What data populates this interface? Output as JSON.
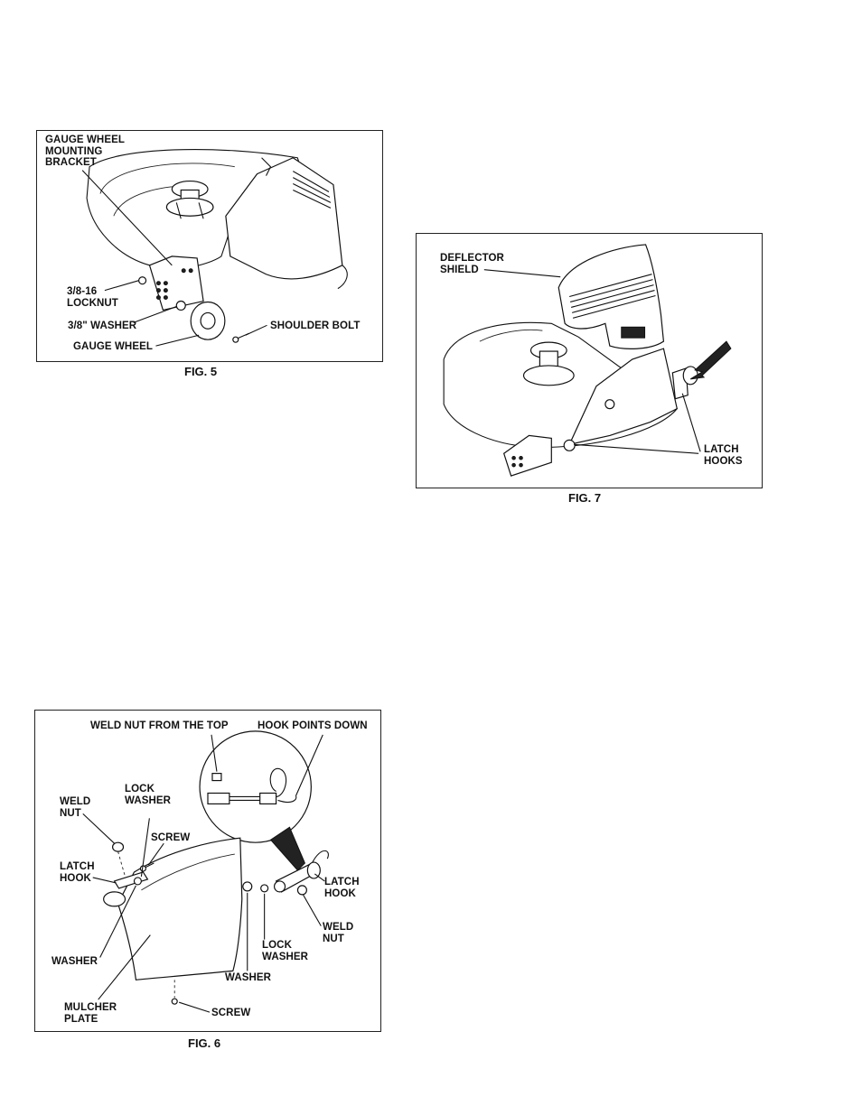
{
  "fig5": {
    "caption": "FIG. 5",
    "labels": {
      "bracket": "GAUGE WHEEL\nMOUNTING\nBRACKET",
      "locknut": "3/8-16\nLOCKNUT",
      "washer": "3/8\" WASHER",
      "gauge_wheel": "GAUGE WHEEL",
      "shoulder_bolt": "SHOULDER BOLT"
    }
  },
  "fig7": {
    "caption": "FIG. 7",
    "labels": {
      "deflector": "DEFLECTOR\nSHIELD",
      "latch_hooks": "LATCH\nHOOKS"
    }
  },
  "fig6": {
    "caption": "FIG. 6",
    "labels": {
      "weld_nut_top": "WELD NUT FROM THE TOP",
      "hook_points_down": "HOOK POINTS DOWN",
      "lock_washer_left": "LOCK\nWASHER",
      "weld_nut_left": "WELD\nNUT",
      "screw_top": "SCREW",
      "latch_hook_left": "LATCH\nHOOK",
      "latch_hook_right": "LATCH\nHOOK",
      "weld_nut_right": "WELD\nNUT",
      "lock_washer_right": "LOCK\nWASHER",
      "washer_left": "WASHER",
      "washer_center": "WASHER",
      "mulcher_plate": "MULCHER\nPLATE",
      "screw_bottom": "SCREW"
    }
  }
}
